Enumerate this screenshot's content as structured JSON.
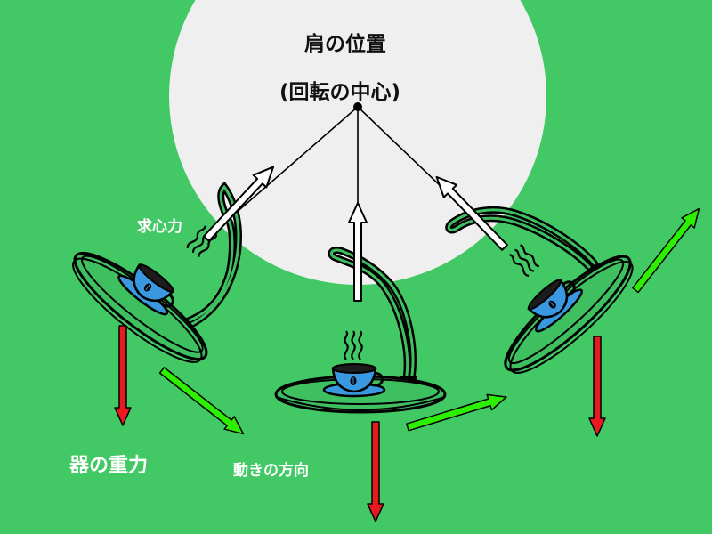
{
  "title_line1": "肩の位置",
  "title_line2": "(回転の中心)",
  "label_centripetal": "求心力",
  "label_gravity": "器の重力",
  "label_motion": "動きの方向",
  "colors": {
    "background": "#42c864",
    "circle": "#efefef",
    "tray_fill": "#3ec060",
    "cup": "#3a98e0",
    "arrow_gravity": "#e8191f",
    "arrow_motion": "#2cf000",
    "arrow_centripetal": "#ffffff"
  },
  "icons": [
    "coffee-cup-icon",
    "steam-icon",
    "tray-icon"
  ]
}
